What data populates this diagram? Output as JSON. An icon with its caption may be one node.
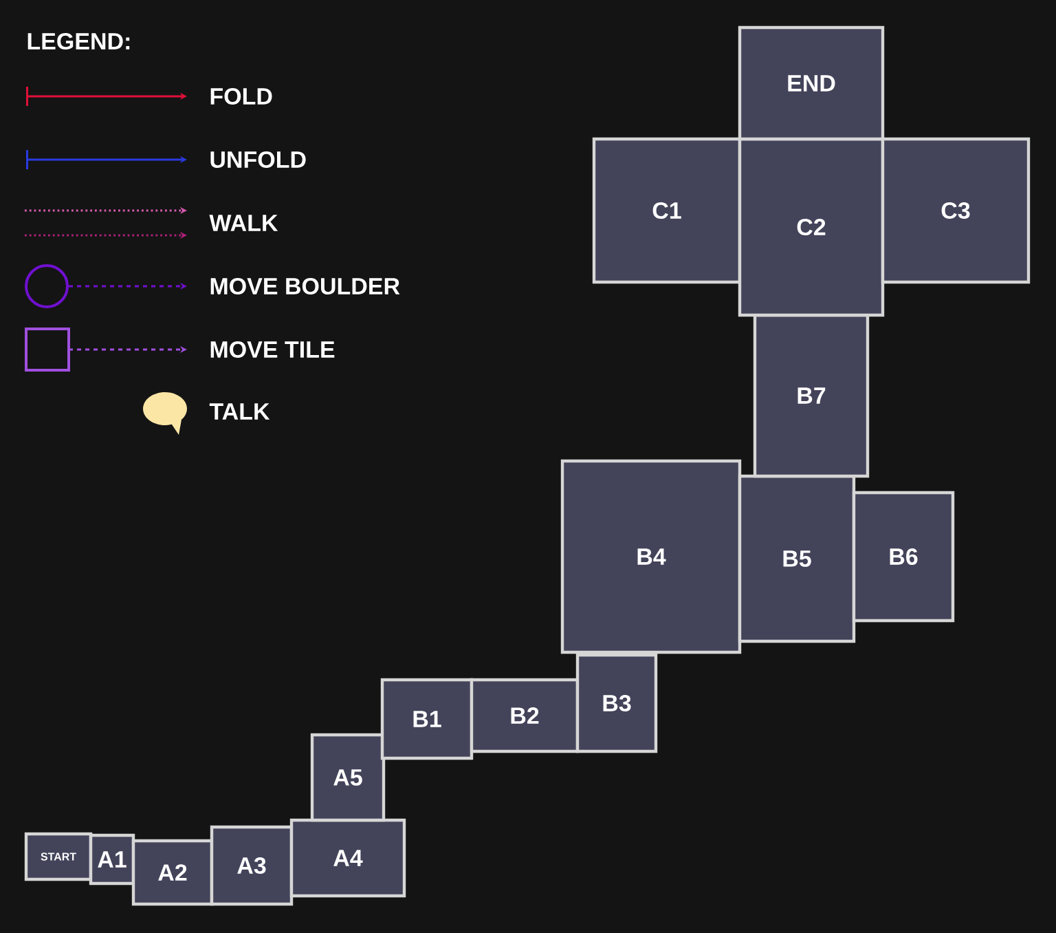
{
  "diagram": {
    "nodes": [
      {
        "text": [
          "START"
        ]
      },
      {
        "text": [
          "A1"
        ]
      },
      {
        "text": [
          "A2"
        ]
      },
      {
        "text": [
          "A3"
        ]
      },
      {
        "text": [
          "A4"
        ]
      },
      {
        "text": [
          "A5"
        ]
      },
      {
        "text": [
          "B1"
        ]
      },
      {
        "text": [
          "B2"
        ]
      },
      {
        "text": [
          "B3"
        ]
      },
      {
        "text": [
          "B4"
        ]
      },
      {
        "text": [
          "B5"
        ]
      },
      {
        "text": [
          "B6"
        ]
      },
      {
        "text": [
          "B7"
        ]
      },
      {
        "text": [
          "C1"
        ]
      },
      {
        "text": [
          "C2"
        ]
      },
      {
        "text": [
          "C3"
        ]
      },
      {
        "text": [
          "END"
        ]
      }
    ],
    "edges": [],
    "labels": [
      "LEGEND:"
    ],
    "legend": [
      {
        "text": "FOLD"
      },
      {
        "text": "UNFOLD"
      },
      {
        "text": "WALK"
      },
      {
        "text": "MOVE BOULDER"
      },
      {
        "text": "MOVE TILE"
      },
      {
        "text": "TALK"
      }
    ]
  }
}
